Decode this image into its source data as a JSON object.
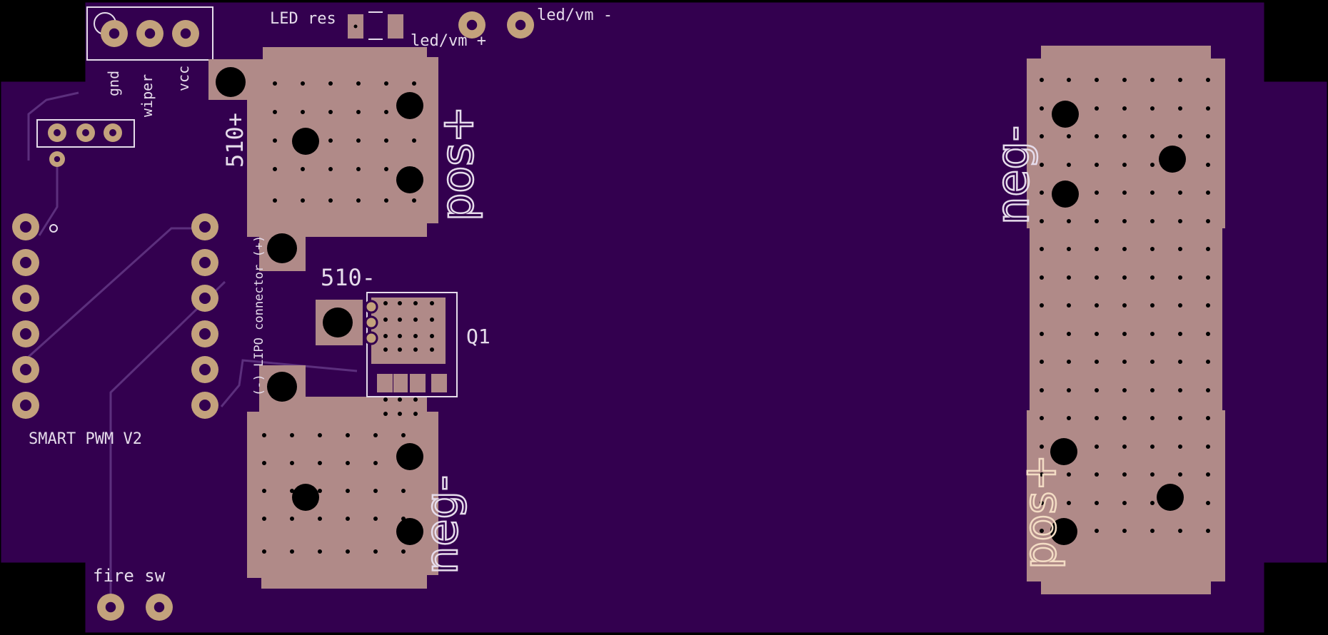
{
  "colors": {
    "board": "#33004f",
    "copper": "#b08a88",
    "pad_copper": "#c3a27c",
    "silkscreen": "#e6dceb",
    "trace": "#5c2f7d",
    "drill": "#000000",
    "outline": "#000000"
  },
  "labels": {
    "led_res": "LED res",
    "led_vm_plus": "led/vm +",
    "led_vm_minus": "led/vm -",
    "gnd": "gnd",
    "wiper": "wiper",
    "vcc": "vcc",
    "pos_510": "510+",
    "pos_top": "pos+",
    "neg_bottom": "neg-",
    "lipo_connector": "(-) LIPO connector (+)",
    "neg_510": "510-",
    "q1": "Q1",
    "smart_pwm": "SMART PWM V2",
    "fire_sw": "fire sw",
    "neg_right": "neg-",
    "pos_right": "pos+"
  }
}
